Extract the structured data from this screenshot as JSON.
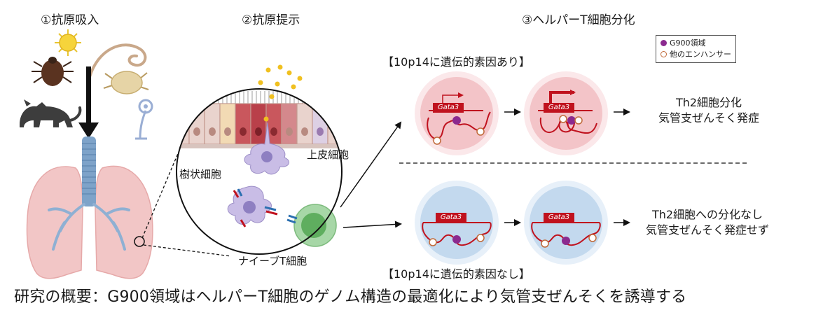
{
  "steps": {
    "step1": "①抗原吸入",
    "step2": "②抗原提示",
    "step3": "③ヘルパーT細胞分化"
  },
  "labels": {
    "epithelial": "上皮細胞",
    "dendritic": "樹状細胞",
    "naive_t": "ナイーブT細胞",
    "gene": "Gata3"
  },
  "legend": {
    "g900": "G900領域",
    "other": "他のエンハンサー"
  },
  "conditions": {
    "with_factor": "【10p14に遺伝的素因あり】",
    "without_factor": "【10p14に遺伝的素因なし】"
  },
  "results": {
    "top_line1": "Th2細胞分化",
    "top_line2": "気管支ぜんそく発症",
    "bottom_line1": "Th2細胞への分化なし",
    "bottom_line2": "気管支ぜんそく発症せず"
  },
  "footer": "研究の概要：G900領域はヘルパーT細胞のゲノム構造の最適化により気管支ぜんそくを誘導する",
  "colors": {
    "g900": "#8b2a8f",
    "enhancer_border": "#c06a3a",
    "chromatin": "#c0121e",
    "gene_box": "#c0121e",
    "top_circle": "#f3c4c8",
    "top_halo": "#fbe8ea",
    "bottom_circle": "#c3d9ee",
    "bottom_halo": "#e7f0f9",
    "lung": "#f2c6c6",
    "trachea": "#7ea3c9"
  },
  "icons": [
    "pollen-icon",
    "worm-icon",
    "tick-icon",
    "mite-icon",
    "cat-icon",
    "mold-icon"
  ]
}
